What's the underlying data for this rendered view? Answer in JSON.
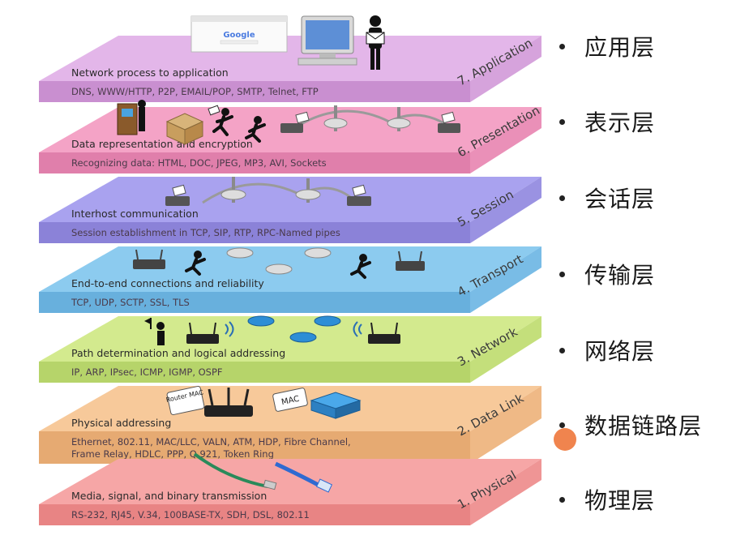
{
  "layers": [
    {
      "number_label": "7. Application",
      "title": "Network process to application",
      "protocols": "DNS, WWW/HTTP, P2P, EMAIL/POP, SMTP, Telnet, FTP",
      "top_color": "#e3b6e9",
      "front_color": "#c98fd0",
      "side_color": "#d6a3dc",
      "chinese": "应用层"
    },
    {
      "number_label": "6. Presentation",
      "title": "Data representation and encryption",
      "protocols": "Recognizing data: HTML, DOC, JPEG, MP3, AVI, Sockets",
      "top_color": "#f4a3c6",
      "front_color": "#e07fab",
      "side_color": "#ea90b8",
      "chinese": "表示层"
    },
    {
      "number_label": "5. Session",
      "title": "Interhost communication",
      "protocols": "Session establishment in TCP, SIP, RTP, RPC-Named pipes",
      "top_color": "#a9a2ef",
      "front_color": "#8b82d8",
      "side_color": "#9a92e2",
      "chinese": "会话层"
    },
    {
      "number_label": "4. Transport",
      "title": "End-to-end connections and reliability",
      "protocols": "TCP, UDP, SCTP, SSL, TLS",
      "top_color": "#8ccbef",
      "front_color": "#68b0dd",
      "side_color": "#79bce6",
      "chinese": "传输层"
    },
    {
      "number_label": "3. Network",
      "title": "Path determination and logical addressing",
      "protocols": "IP, ARP, IPsec, ICMP, IGMP, OSPF",
      "top_color": "#d3ea8e",
      "front_color": "#b6d46a",
      "side_color": "#c4df7b",
      "chinese": "网络层"
    },
    {
      "number_label": "2. Data Link",
      "title": "Physical addressing",
      "protocols": "Ethernet, 802.11, MAC/LLC, VALN, ATM, HDP, Fibre Channel,",
      "protocols_line2": "Frame Relay, HDLC,  PPP, Q.921, Token Ring",
      "top_color": "#f7c99a",
      "front_color": "#e6aa72",
      "side_color": "#efb986",
      "chinese": "数据链路层"
    },
    {
      "number_label": "1. Physical",
      "title": "Media, signal, and binary transmission",
      "protocols": "RS-232, RJ45, V.34, 100BASE-TX, SDH, DSL, 802.11",
      "top_color": "#f6a6a6",
      "front_color": "#e88484",
      "side_color": "#ef9595",
      "chinese": "物理层"
    }
  ],
  "illustrations": {
    "browser_logo": "Google",
    "router_tag": "Router MAC",
    "mac_tag": "MAC",
    "icons": [
      "browser-window-icon",
      "computer-icon",
      "person-envelope-icon",
      "kiosk-icon",
      "box-icon",
      "running-person-icon",
      "router-icon",
      "bridge-icon",
      "network-hub-icon",
      "wifi-signal-icon",
      "person-flag-icon",
      "switch-icon",
      "cable-icon"
    ]
  },
  "colors": {
    "bullet": "#222222",
    "cursor": "#ef7d45"
  }
}
